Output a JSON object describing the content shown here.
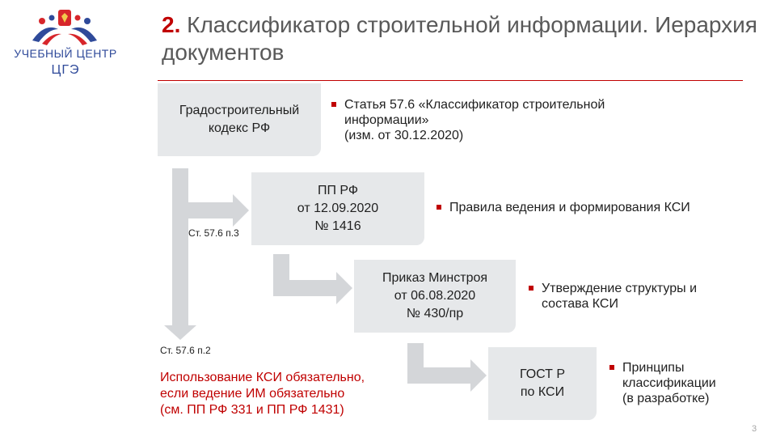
{
  "logo": {
    "line1": "УЧЕБНЫЙ ЦЕНТР",
    "line2": "ЦГЭ",
    "colors": {
      "blue": "#2f4a9a",
      "red": "#d7262b"
    }
  },
  "header": {
    "number": "2.",
    "title": "Классификатор строительной информации. Иерархия документов"
  },
  "boxes": [
    {
      "text": "Градостроительный\nкодекс РФ"
    },
    {
      "text": "ПП РФ\nот 12.09.2020\n№ 1416"
    },
    {
      "text": "Приказ Минстроя\nот 06.08.2020\n№ 430/пр"
    },
    {
      "text": "ГОСТ Р\nпо КСИ"
    }
  ],
  "bullets": [
    {
      "text": "Статья 57.6 «Классификатор строительной\nинформации»\n(изм. от 30.12.2020)"
    },
    {
      "text": "Правила ведения и формирования КСИ"
    },
    {
      "text": "Утверждение структуры и\nсостава КСИ"
    },
    {
      "text": "Принципы\nклассификации\n(в разработке)"
    }
  ],
  "labels": {
    "st_p3": "Ст. 57.6 п.3",
    "st_p2": "Ст. 57.6 п.2"
  },
  "note": "Использование КСИ обязательно,\nесли ведение ИМ обязательно\n(см. ПП РФ 331 и ПП РФ 1431)",
  "page_number": "3",
  "colors": {
    "accent": "#c00000",
    "box": "#e6e8ea",
    "arrow": "#d4d6d9",
    "title": "#595959"
  }
}
